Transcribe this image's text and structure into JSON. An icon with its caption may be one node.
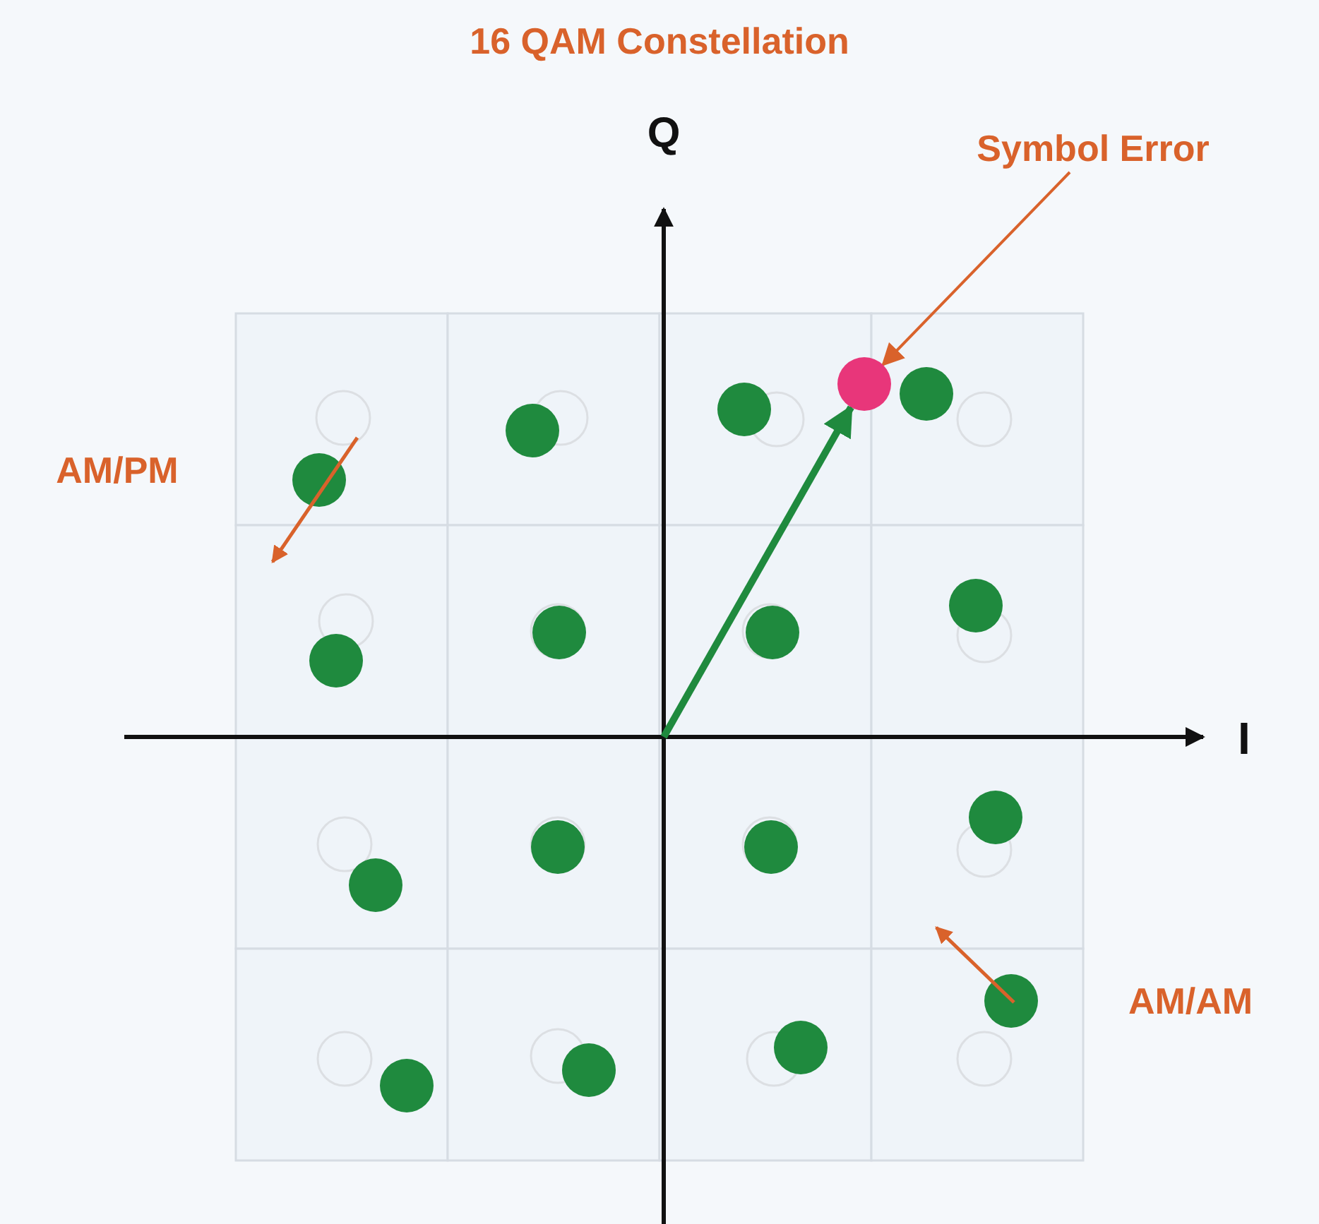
{
  "diagram": {
    "title": "16 QAM Constellation",
    "nodes": [
      {
        "text": [
          "Symbol Error"
        ]
      },
      {
        "text": [],
        "shape": "circle"
      }
    ],
    "edges": [
      {
        "from": 0,
        "to": 1,
        "arrow": "to",
        "color": "#d9622b"
      },
      {
        "from": null,
        "to": 1,
        "arrow": "to",
        "style": "thick",
        "color": "#1f8a3e"
      }
    ],
    "labels": [
      "Q",
      "AM/PM",
      "I",
      "AM/AM"
    ]
  }
}
